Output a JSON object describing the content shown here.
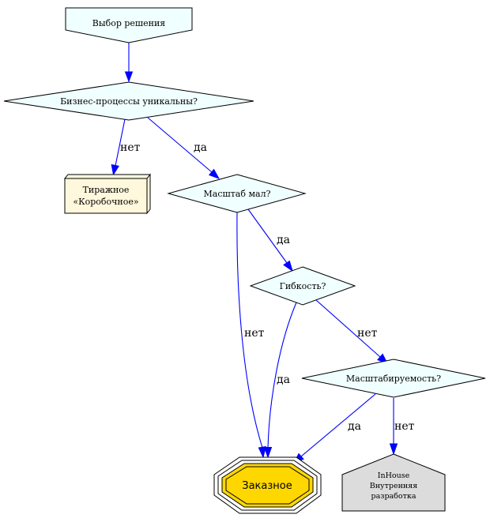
{
  "nodes": {
    "start": {
      "label": "Выбор решения",
      "fill": "#f0ffff"
    },
    "q_unique": {
      "label": "Бизнес-процессы уникальны?",
      "fill": "#f0ffff"
    },
    "boxed": {
      "line1": "Тиражное",
      "line2": "«Коробочное»",
      "fill": "#fff8dc"
    },
    "q_scale": {
      "label": "Масштаб мал?",
      "fill": "#f0ffff"
    },
    "q_flex": {
      "label": "Гибкость?",
      "fill": "#f0ffff"
    },
    "q_scalable": {
      "label": "Масштабируемость?",
      "fill": "#f0ffff"
    },
    "custom": {
      "label": "Заказное",
      "fill": "#ffd700"
    },
    "inhouse": {
      "line1": "InHouse",
      "line2": "Внутренняя",
      "line3": "разработка",
      "fill": "#dcdcdc"
    }
  },
  "edges": {
    "unique_no": "нет",
    "unique_yes": "да",
    "scale_no": "нет",
    "scale_yes": "да",
    "flex_yes": "да",
    "flex_no": "нет",
    "scalable_yes": "да",
    "scalable_no": "нет"
  },
  "colors": {
    "edge": "#0000ff",
    "stroke": "#000000"
  }
}
